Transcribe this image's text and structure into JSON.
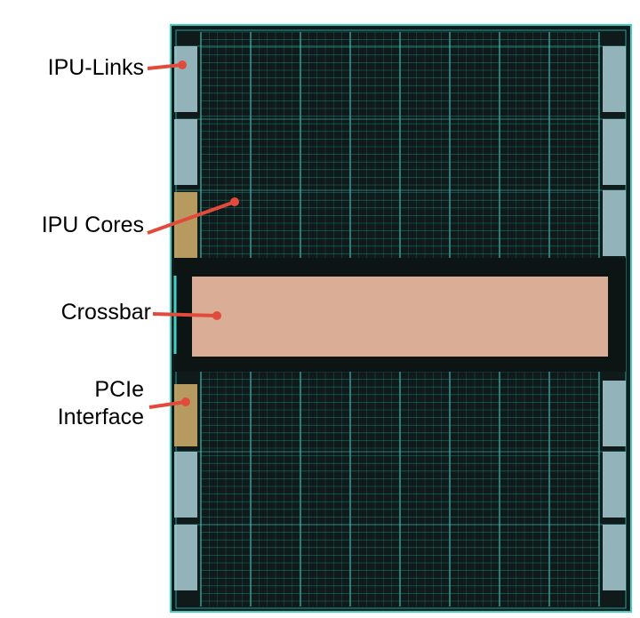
{
  "labels": {
    "ipu_links": "IPU-Links",
    "ipu_cores": "IPU Cores",
    "crossbar": "Crossbar",
    "pcie_line1": "PCIe",
    "pcie_line2": "Interface"
  },
  "colors": {
    "die_background": "#101a1a",
    "grid_line": "#1fa39a",
    "grid_line_bright": "#3fd0c6",
    "ipu_link_block": "#a8cfd6",
    "pcie_block": "#c9a868",
    "crossbar_overlay": "#f7c3a8",
    "pointer": "#e24b3b",
    "label_text": "#000000"
  }
}
